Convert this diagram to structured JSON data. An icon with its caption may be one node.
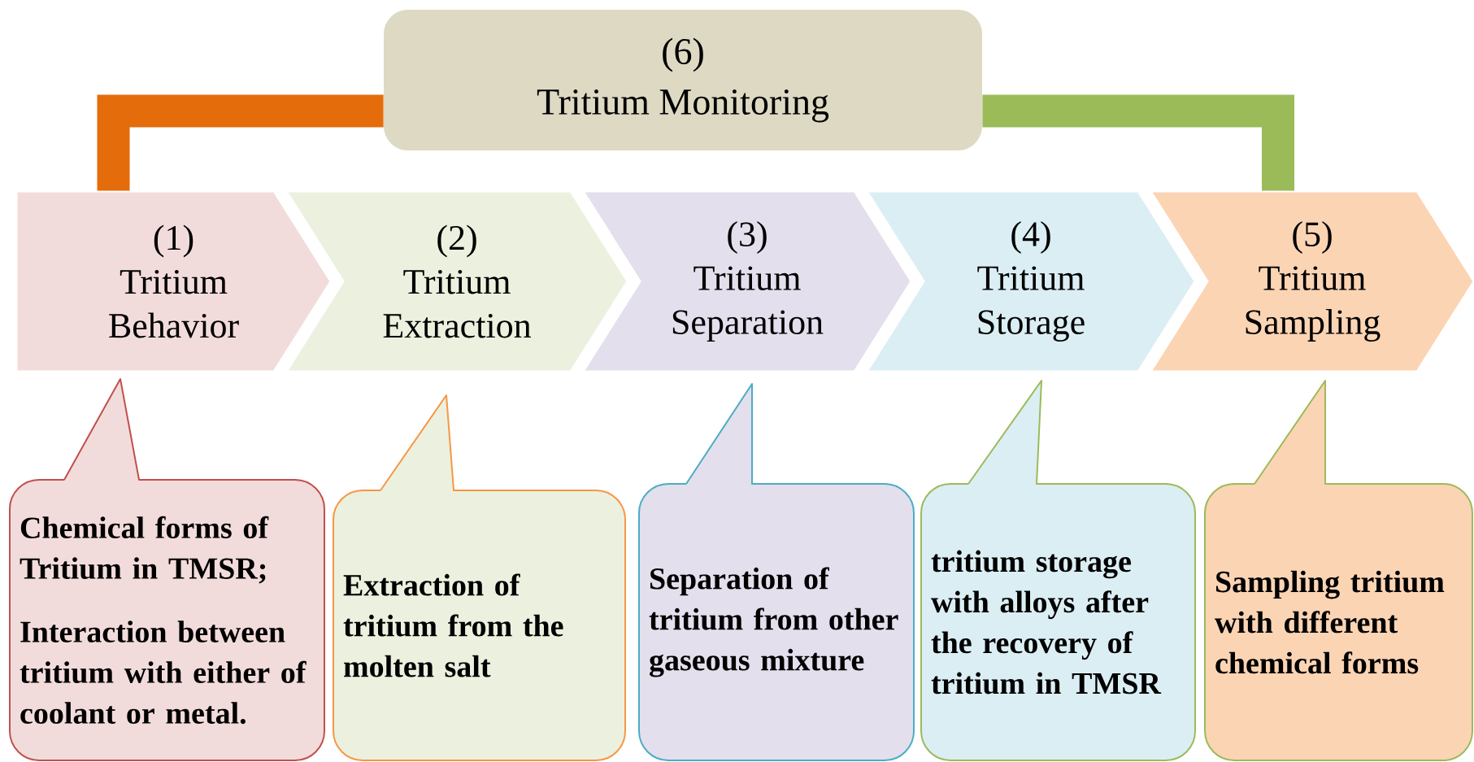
{
  "diagram": {
    "nodes": [
      {
        "text": [
          "(6)",
          "Tritium Monitoring"
        ]
      },
      {
        "text": [
          "(1)",
          "Tritium Behavior"
        ]
      },
      {
        "text": [
          "(2)",
          "Tritium Extraction"
        ]
      },
      {
        "text": [
          "(3)",
          "Tritium Separation"
        ]
      },
      {
        "text": [
          "(4)",
          "Tritium Storage"
        ]
      },
      {
        "text": [
          "(5)",
          "Tritium Sampling"
        ]
      },
      {
        "text": [
          "Chemical forms of Tritium in TMSR;",
          "Interaction between tritium with either of coolant or metal."
        ]
      },
      {
        "text": [
          "Extraction of tritium from the molten salt"
        ]
      },
      {
        "text": [
          "Separation of tritium from other gaseous mixture"
        ]
      },
      {
        "text": [
          "tritium storage with alloys after the recovery of tritium in TMSR"
        ]
      },
      {
        "text": [
          "Sampling tritium with different chemical forms"
        ]
      }
    ],
    "edges": [
      {
        "from": 0,
        "to": 1,
        "arrow": "none",
        "color": "#e46c0a"
      },
      {
        "from": 0,
        "to": 5,
        "arrow": "none",
        "color": "#9bbb59"
      }
    ]
  }
}
